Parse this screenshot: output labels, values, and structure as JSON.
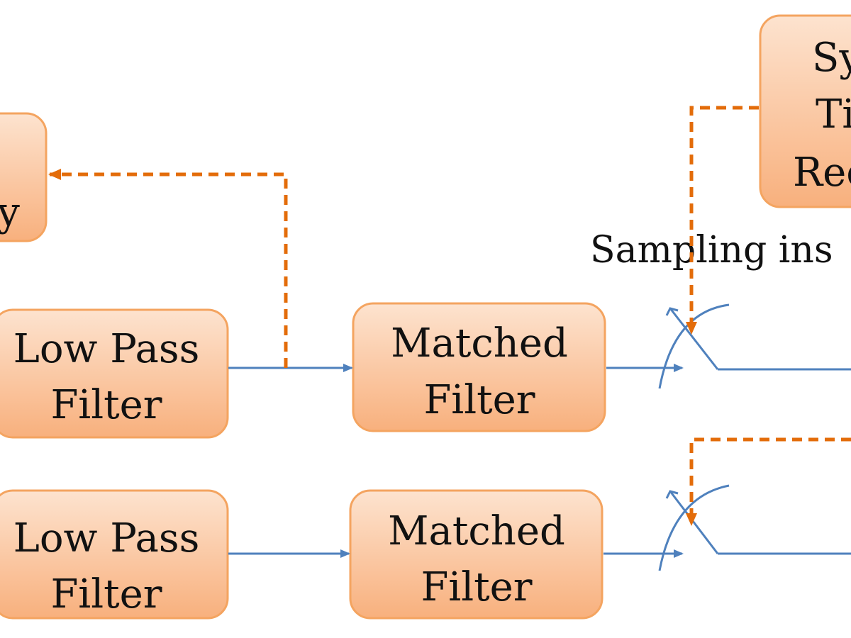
{
  "blocks": {
    "freq_block": {
      "line1": "",
      "line2": "y"
    },
    "lpf_top": {
      "line1": "Low Pass",
      "line2": "Filter"
    },
    "lpf_bottom": {
      "line1": "Low Pass",
      "line2": "Filter"
    },
    "mf_top": {
      "line1": "Matched",
      "line2": "Filter"
    },
    "mf_bottom": {
      "line1": "Matched",
      "line2": "Filter"
    },
    "timing_block": {
      "line1": "Sy",
      "line2": "Ti",
      "line3": "Rec"
    }
  },
  "labels": {
    "sampling": "Sampling ins"
  },
  "colors": {
    "block_fill_top": "#fde3cf",
    "block_fill_bottom": "#f8b07d",
    "block_stroke": "#f4a460",
    "signal_line": "#4f81bd",
    "control_line": "#e36c0a"
  }
}
